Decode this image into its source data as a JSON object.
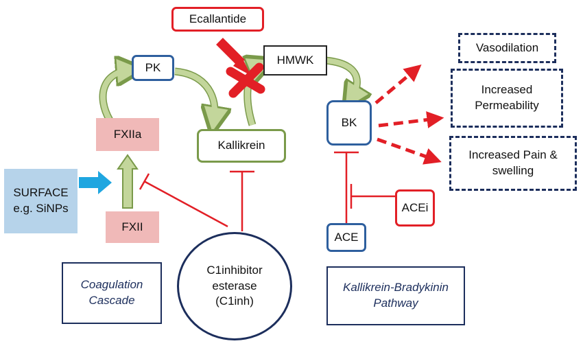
{
  "nodes": {
    "ecallantide": "Ecallantide",
    "pk": "PK",
    "hmwk": "HMWK",
    "fxiia": "FXIIa",
    "kallikrein": "Kallikrein",
    "bk": "BK",
    "surface_line1": "SURFACE",
    "surface_line2": "e.g. SiNPs",
    "fxii": "FXII",
    "ace": "ACE",
    "acei": "ACEi",
    "c1_line1": "C1inhibitor",
    "c1_line2": "esterase",
    "c1_line3": "(C1inh)",
    "vasodilation": "Vasodilation",
    "permeability_line1": "Increased",
    "permeability_line2": "Permeability",
    "pain_line1": "Increased Pain &",
    "pain_line2": "swelling"
  },
  "labels": {
    "coagulation_line1": "Coagulation",
    "coagulation_line2": "Cascade",
    "kkb_line1": "Kallikrein-Bradykinin",
    "kkb_line2": "Pathway"
  },
  "colors": {
    "red": "#e21f26",
    "green_arrow_fill": "#c3d69b",
    "green_arrow_stroke": "#7a9a4a",
    "surface_arrow": "#1fa6e0",
    "navy": "#1c2e5c",
    "blue": "#2e5f9e"
  }
}
